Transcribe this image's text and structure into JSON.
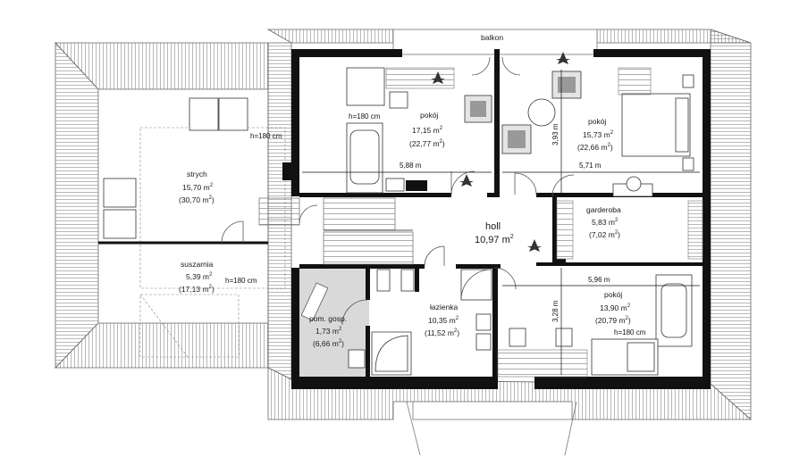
{
  "colors": {
    "wall": "#111111",
    "roof_line": "#8a8a8a",
    "utility_floor": "#d9d9d9",
    "background": "#ffffff"
  },
  "labels": {
    "balkon": "balkon",
    "pokoj1": {
      "name": "pokój",
      "area": "17,15 m",
      "area2": "(22,77 m",
      "sup": "2",
      "close": ")"
    },
    "pokoj2": {
      "name": "pokój",
      "area": "15,73 m",
      "area2": "(22,66 m",
      "sup": "2",
      "close": ")"
    },
    "pokoj3": {
      "name": "pokój",
      "area": "13,90 m",
      "area2": "(20,79 m",
      "sup": "2",
      "close": ")"
    },
    "strych": {
      "name": "strych",
      "area": "15,70 m",
      "area2": "(30,70 m",
      "sup": "2",
      "close": ")"
    },
    "suszarnia": {
      "name": "suszarnia",
      "area": "5,39 m",
      "area2": "(17,13 m",
      "sup": "2",
      "close": ")"
    },
    "pom_gosp": {
      "name": "pom. gosp.",
      "area": "1,73 m",
      "area2": "(6,66 m",
      "sup": "2",
      "close": ")"
    },
    "lazienka": {
      "name": "łazienka",
      "area": "10,35 m",
      "area2": "(11,52 m",
      "sup": "2",
      "close": ")"
    },
    "garderoba": {
      "name": "garderoba",
      "area": "5,83 m",
      "area2": "(7,02 m",
      "sup": "2",
      "close": ")"
    },
    "holl": {
      "name": "holl",
      "area": "10,97 m",
      "sup": "2"
    }
  },
  "dimensions": {
    "h180_a": "h=180 cm",
    "h180_b": "h=180 cm",
    "h180_c": "h=180 cm",
    "h180_d": "h=180 cm",
    "w_pokoj1": "5,88 m",
    "w_pokoj2": "5,71 m",
    "w_pokoj3": "5,96 m",
    "d_pokoj2": "3,93 m",
    "d_pokoj3": "3,28 m"
  }
}
